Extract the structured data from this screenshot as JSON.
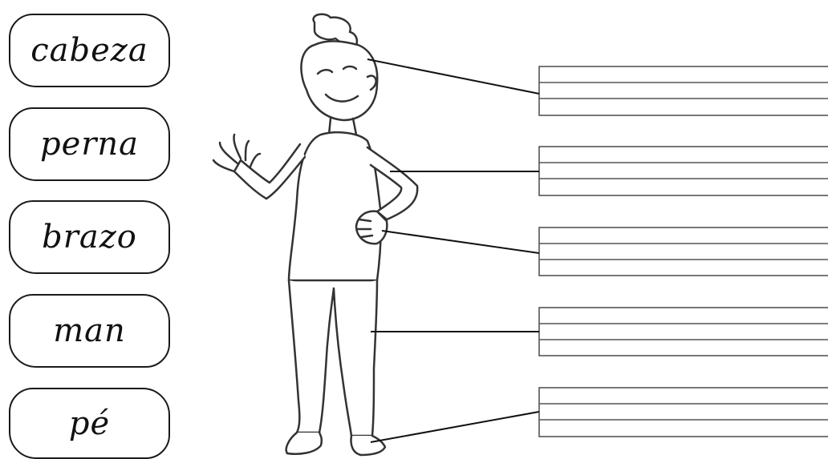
{
  "word_cards": [
    {
      "label": "cabeza"
    },
    {
      "label": "perna"
    },
    {
      "label": "brazo"
    },
    {
      "label": "man"
    },
    {
      "label": "pé"
    }
  ],
  "answer_boxes": [
    {
      "part": "head",
      "value": ""
    },
    {
      "part": "arm",
      "value": ""
    },
    {
      "part": "hand",
      "value": ""
    },
    {
      "part": "leg",
      "value": ""
    },
    {
      "part": "foot",
      "value": ""
    }
  ]
}
